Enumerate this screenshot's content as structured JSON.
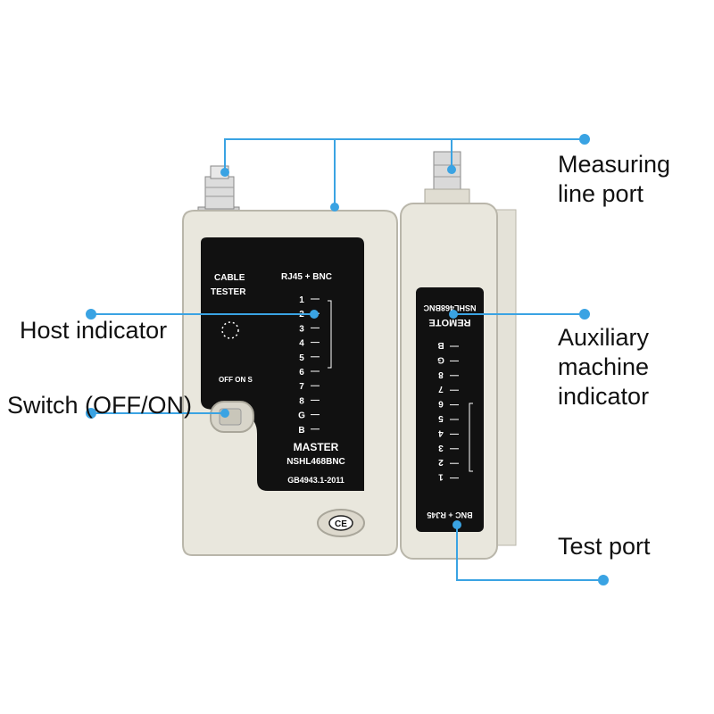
{
  "colors": {
    "leader": "#3aa3e3",
    "device_body": "#e9e7dd",
    "panel": "#111111",
    "panel_text": "#ffffff",
    "connector_metal": "#d6d6d6"
  },
  "callouts": {
    "measuring_line_port": [
      "Measuring",
      "line port"
    ],
    "host_indicator": "Host indicator",
    "switch": "Switch (OFF/ON)",
    "auxiliary_indicator": [
      "Auxiliary",
      "machine",
      "indicator"
    ],
    "test_port": "Test port"
  },
  "master_panel": {
    "brand_line1": "CABLE",
    "brand_line2": "TESTER",
    "mode": "RJ45 + BNC",
    "leds": [
      "1",
      "2",
      "3",
      "4",
      "5",
      "6",
      "7",
      "8",
      "G",
      "B"
    ],
    "switch_label": "OFF ON S",
    "title": "MASTER",
    "model": "NSHL468BNC",
    "standard": "GB4943.1-2011",
    "cert_mark": "CE"
  },
  "remote_panel": {
    "title": "REMOTE",
    "model": "NSHL468BNC",
    "mode": "BNC + RJ45",
    "leds": [
      "B",
      "G",
      "8",
      "7",
      "6",
      "5",
      "4",
      "3",
      "2",
      "1"
    ]
  }
}
